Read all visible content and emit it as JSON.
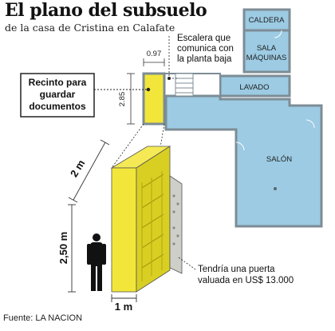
{
  "title": "El plano del subsuelo",
  "subtitle": "de la casa de Cristina en Calafate",
  "labels": {
    "caldera": "CALDERA",
    "sala_line1": "SALA",
    "sala_line2": "MÁQUINAS",
    "lavado": "LAVADO",
    "salon": "SALÓN",
    "stair_line1": "Escalera que",
    "stair_line2": "comunica con",
    "stair_line3": "la planta baja",
    "vault_line1": "Recinto para",
    "vault_line2": "guardar",
    "vault_line3": "documentos",
    "door_line1": "Tendría una puerta",
    "door_line2": "valuada en US$ 13.000"
  },
  "dimensions": {
    "room_width": "0.97",
    "room_depth": "2.85",
    "box_depth": "2 m",
    "box_height": "2,50 m",
    "box_width": "1 m"
  },
  "source": "Fuente:  LA NACION",
  "colors": {
    "floor": "#9ccbe3",
    "wall": "#7d8c96",
    "vault": "#f2e63a",
    "vault_side": "#d9cf22",
    "door": "#cfcfc9",
    "figure": "#111111"
  }
}
